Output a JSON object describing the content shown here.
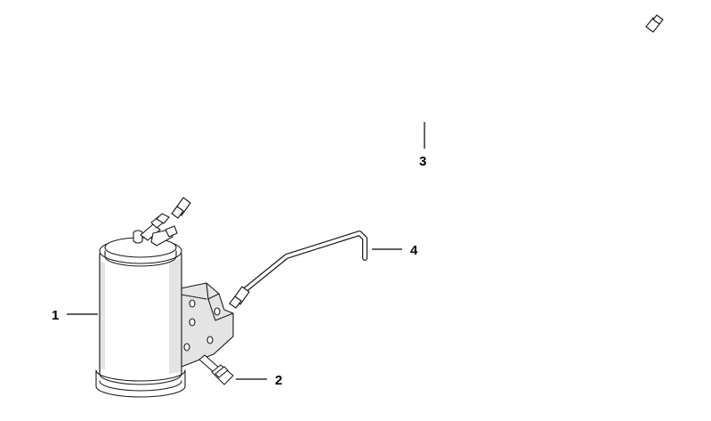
{
  "callouts": [
    {
      "id": "1",
      "label": "1"
    },
    {
      "id": "2",
      "label": "2"
    },
    {
      "id": "3",
      "label": "3"
    },
    {
      "id": "4",
      "label": "4"
    }
  ],
  "colors": {
    "line": "#1a1a1a",
    "shade": "#e4e4e4",
    "background": "#ffffff"
  }
}
